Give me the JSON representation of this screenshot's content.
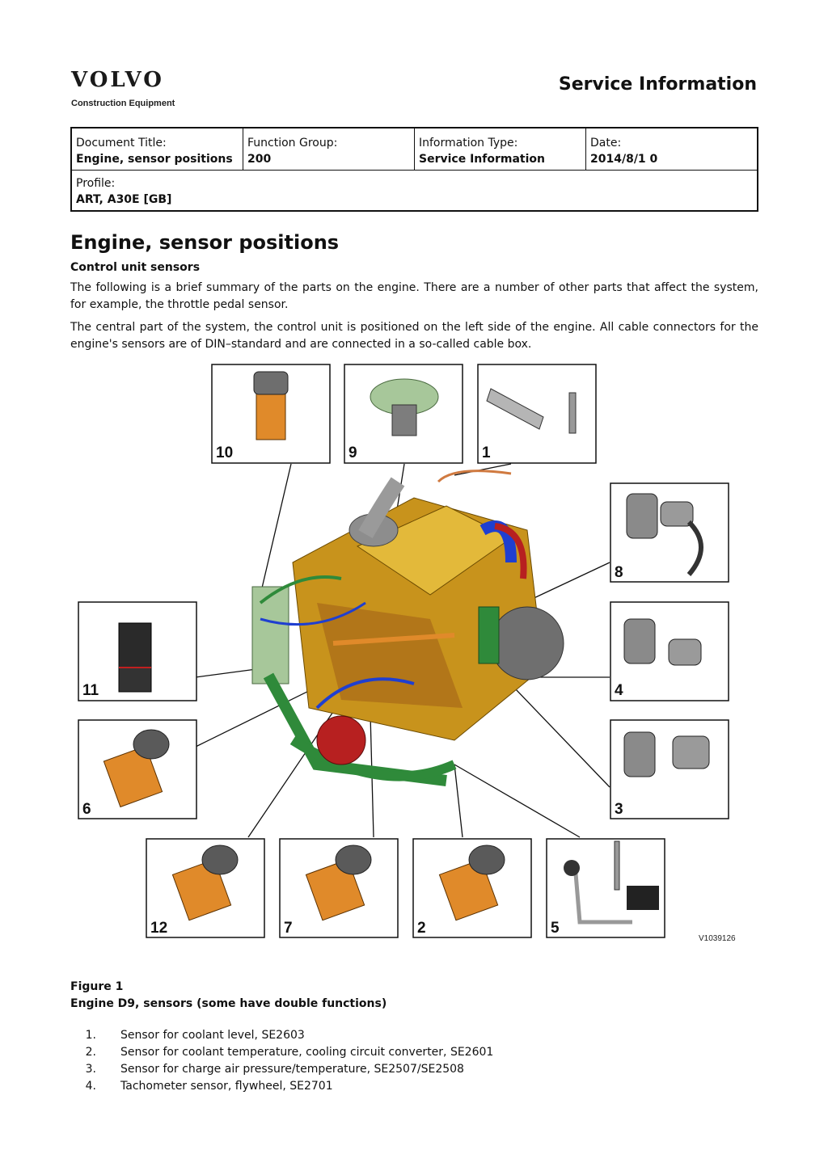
{
  "header": {
    "brand": "VOLVO",
    "brand_sub": "Construction Equipment",
    "title": "Service Information"
  },
  "meta": {
    "document_title_label": "Document Title:",
    "document_title_value": "Engine, sensor positions",
    "function_group_label": "Function Group:",
    "function_group_value": "200",
    "information_type_label": "Information Type:",
    "information_type_value": "Service Information",
    "date_label": "Date:",
    "date_value": "2014/8/1 0",
    "profile_label": "Profile:",
    "profile_value": "ART, A30E [GB]"
  },
  "content": {
    "title": "Engine, sensor positions",
    "subheading": "Control unit sensors",
    "paragraph1": "The following is a brief summary of the parts on the engine. There are a number of other parts that affect the system, for example, the throttle pedal sensor.",
    "paragraph2": "The central part of the system, the control unit is positioned on the left side of the engine. All cable connectors for the engine's sensors are of DIN–standard and are connected in a so-called cable box."
  },
  "figure": {
    "labels": [
      "10",
      "9",
      "1",
      "8",
      "11",
      "4",
      "6",
      "3",
      "12",
      "7",
      "2",
      "5"
    ],
    "code": "V1039126",
    "caption_number": "Figure 1",
    "caption_text": "Engine D9, sensors (some have double functions)",
    "colors": {
      "engine": "#d9a825",
      "copper": "#e08a2a",
      "green": "#2f8a3a",
      "blue": "#1f3fd0",
      "red": "#b72020",
      "gray": "#7d7d7d",
      "sage": "#a7c79a"
    }
  },
  "sensors": [
    {
      "num": "1.",
      "text": "Sensor for coolant level, SE2603"
    },
    {
      "num": "2.",
      "text": "Sensor for coolant temperature, cooling circuit converter, SE2601"
    },
    {
      "num": "3.",
      "text": "Sensor for charge air pressure/temperature, SE2507/SE2508"
    },
    {
      "num": "4.",
      "text": "Tachometer sensor, flywheel, SE2701"
    }
  ]
}
